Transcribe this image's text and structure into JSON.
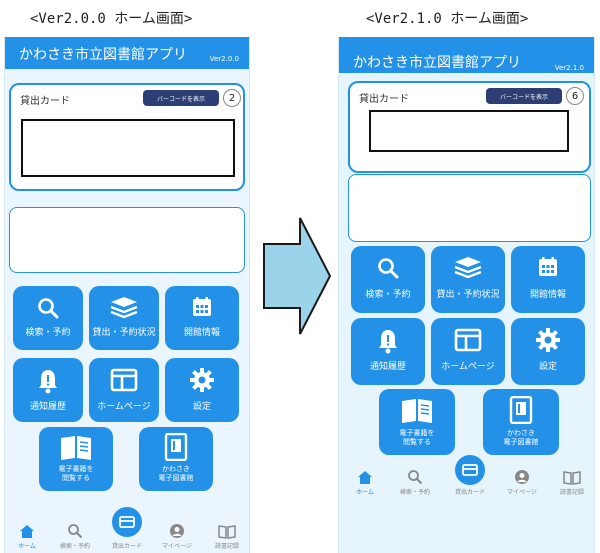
{
  "headings": {
    "old": "<Ver2.0.0 ホーム画面>",
    "new": "<Ver2.1.0 ホーム画面>"
  },
  "old_screen": {
    "app_title": "かわさき市立図書館アプリ",
    "version": "Ver2.0.0",
    "card_label": "貸出カード",
    "barcode_button": "バーコードを表示",
    "count": "2",
    "tiles": [
      {
        "label": "検索・予約",
        "icon": "search-icon"
      },
      {
        "label": "貸出・予約状況",
        "icon": "books-icon"
      },
      {
        "label": "開館情報",
        "icon": "calendar-icon"
      },
      {
        "label": "通知履歴",
        "icon": "bell-icon"
      },
      {
        "label": "ホームページ",
        "icon": "browser-icon"
      },
      {
        "label": "設定",
        "icon": "gear-icon"
      },
      {
        "label": "電子書籍を\n閲覧する",
        "icon": "ebook-icon"
      },
      {
        "label": "かわさき\n電子図書館",
        "icon": "tablet-book-icon"
      }
    ],
    "nav": [
      {
        "label": "ホーム",
        "icon": "home-icon"
      },
      {
        "label": "検索・予約",
        "icon": "search-icon"
      },
      {
        "label": "貸出カード",
        "icon": "card-icon"
      },
      {
        "label": "マイページ",
        "icon": "user-icon"
      },
      {
        "label": "読書記録",
        "icon": "book-open-icon"
      }
    ]
  },
  "new_screen": {
    "app_title": "かわさき市立図書館アプリ",
    "version": "Ver2.1.0",
    "card_label": "貸出カード",
    "barcode_button": "バーコードを表示",
    "count": "6",
    "tiles": [
      {
        "label": "検索・予約",
        "icon": "search-icon"
      },
      {
        "label": "貸出・予約状況",
        "icon": "books-icon"
      },
      {
        "label": "開館情報",
        "icon": "calendar-icon"
      },
      {
        "label": "通知履歴",
        "icon": "bell-icon"
      },
      {
        "label": "ホームページ",
        "icon": "browser-icon"
      },
      {
        "label": "設定",
        "icon": "gear-icon"
      },
      {
        "label": "電子書籍を\n閲覧する",
        "icon": "ebook-icon"
      },
      {
        "label": "かわさき\n電子図書館",
        "icon": "tablet-book-icon"
      }
    ],
    "nav": [
      {
        "label": "ホーム",
        "icon": "home-icon"
      },
      {
        "label": "検索・予約",
        "icon": "search-icon"
      },
      {
        "label": "貸出カード",
        "icon": "card-icon"
      },
      {
        "label": "マイページ",
        "icon": "user-icon"
      },
      {
        "label": "読書記録",
        "icon": "book-open-icon"
      }
    ]
  },
  "colors": {
    "primary": "#2391e8",
    "badge_button": "#2b3f75",
    "arrow_fill": "#9bd3ea",
    "background": "#eaf5fd"
  }
}
